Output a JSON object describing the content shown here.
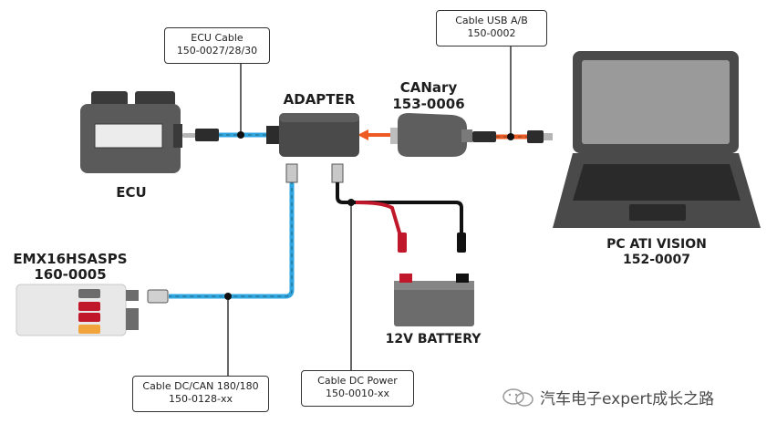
{
  "colors": {
    "blue_cable": "#2fa6df",
    "black_cable": "#111111",
    "orange_cable": "#e85a24",
    "arrow": "#ee5a24",
    "device_dark": "#4a4a4a",
    "device_mid": "#6c6c6c",
    "laptop_screen": "#9a9a9a",
    "battery_red": "#c0172a"
  },
  "callouts": {
    "ecu_cable": {
      "line1": "ECU Cable",
      "line2": "150-0027/28/30"
    },
    "usb_cable": {
      "line1": "Cable USB A/B",
      "line2": "150-0002"
    },
    "dc_can_cable": {
      "line1": "Cable DC/CAN 180/180",
      "line2": "150-0128-xx"
    },
    "dc_power_cable": {
      "line1": "Cable DC Power",
      "line2": "150-0010-xx"
    }
  },
  "labels": {
    "adapter": "ADAPTER",
    "canary_name": "CANary",
    "canary_part": "153-0006",
    "ecu": "ECU",
    "emx_name": "EMX16HSASPS",
    "emx_part": "160-0005",
    "pc_name": "PC ATI VISION",
    "pc_part": "152-0007",
    "battery": "12V BATTERY"
  },
  "watermark": {
    "text": "汽车电子expert成长之路",
    "icon": "wechat-icon"
  }
}
